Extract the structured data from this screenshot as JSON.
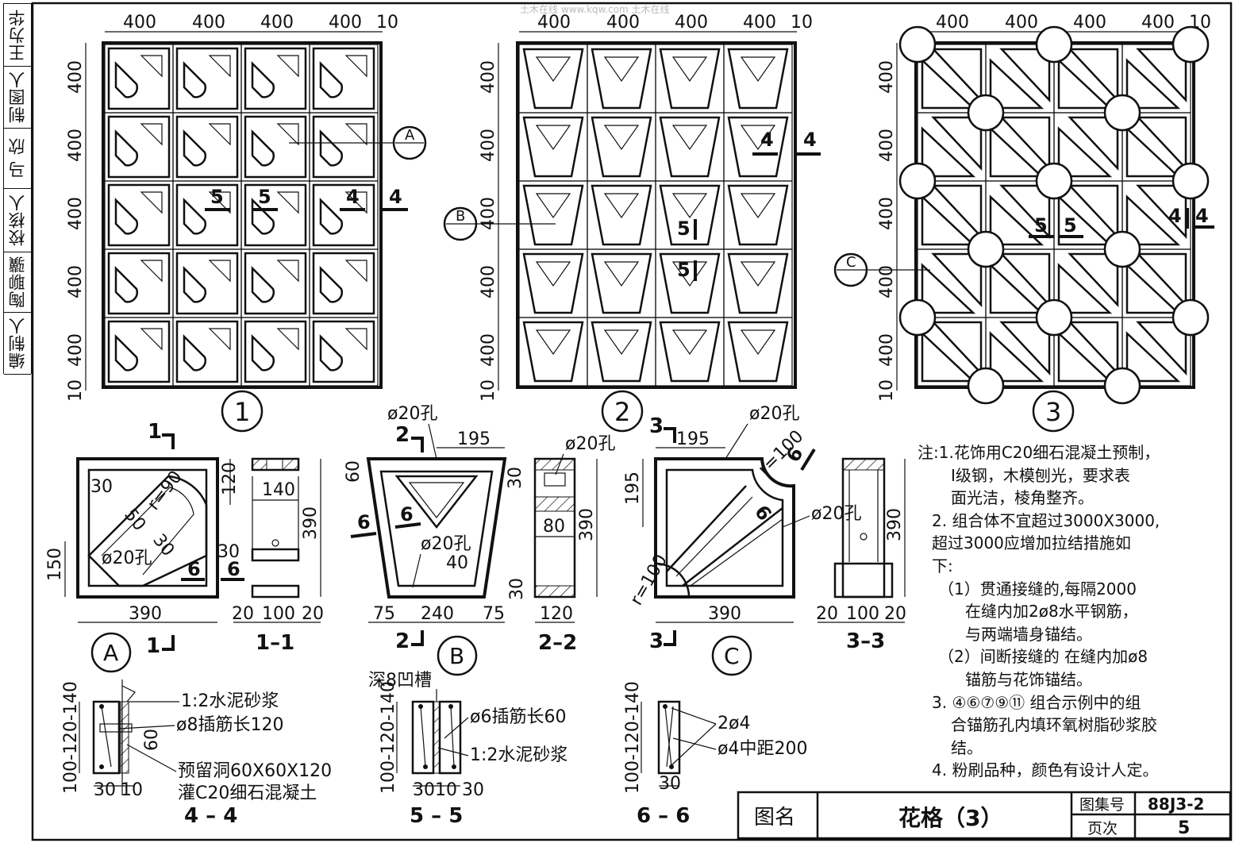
{
  "watermark": "土木在线 www.kqw.com 土木在线",
  "side_strip": [
    "王为华",
    "制图人",
    "马 欣",
    "校核人",
    "陶聊骥",
    "编制人"
  ],
  "top_panels": {
    "dims_x": [
      "400",
      "400",
      "400",
      "400",
      "10"
    ],
    "dims_y": [
      "400",
      "400",
      "400",
      "400",
      "400",
      "10"
    ],
    "labels": [
      "1",
      "2",
      "3"
    ],
    "panel1_marks": {
      "a": "5",
      "b": "5",
      "c": "4",
      "d": "4",
      "callout": "A"
    },
    "panel2_marks": {
      "a": "4",
      "b": "4",
      "c": "5",
      "d": "5",
      "callout": "B"
    },
    "panel3_marks": {
      "a": "5",
      "b": "5",
      "c": "4",
      "d": "4",
      "callout": "C"
    }
  },
  "detail_A": {
    "cut_top": "1",
    "cut_bot": "1",
    "d30": "30",
    "d50": "50",
    "r90": "r=90",
    "d30b": "30",
    "hole": "ø20孔",
    "d150": "150",
    "d390": "390",
    "d120": "120",
    "d30c": "30",
    "s6a": "6",
    "s6b": "6",
    "label": "A"
  },
  "section_11": {
    "d140": "140",
    "d390": "390",
    "d20a": "20",
    "d100": "100",
    "d20b": "20",
    "label": "1–1"
  },
  "detail_B": {
    "hole_top": "ø20孔",
    "cut_top": "2",
    "d195": "195",
    "d60": "60",
    "d30": "30",
    "s6a": "6",
    "s6b": "6",
    "hole_mid": "ø20孔",
    "d40": "40",
    "d30b": "30",
    "d75a": "75",
    "d240": "240",
    "d75b": "75",
    "cut_bot": "2",
    "label": "B"
  },
  "section_22": {
    "hole": "ø20孔",
    "d80": "80",
    "d390": "390",
    "d120": "120",
    "label": "2–2"
  },
  "detail_C": {
    "cut_top": "3",
    "d195": "195",
    "hole_top": "ø20孔",
    "r100": "r=100",
    "s6a": "6",
    "s6b": "6",
    "d195v": "195",
    "hole_side": "ø20孔",
    "r100b": "r=100",
    "d390": "390",
    "cut_bot": "3",
    "label": "C"
  },
  "section_33": {
    "d390": "390",
    "d20a": "20",
    "d100": "100",
    "d20b": "20",
    "label": "3–3"
  },
  "section_44": {
    "dim": "100-120-140",
    "mortar": "1:2水泥砂浆",
    "bar": "ø8插筋长120",
    "d60": "60",
    "hole1": "预留洞60X60X120",
    "hole2": "灌C20细石混凝土",
    "d30": "30",
    "d10": "10",
    "label": "4 – 4"
  },
  "section_55": {
    "groove": "深8凹槽",
    "dim": "100-120-140",
    "bar": "ø6插筋长60",
    "mortar": "1:2水泥砂浆",
    "d30a": "30",
    "d10": "10",
    "d30b": "30",
    "label": "5 – 5"
  },
  "section_66": {
    "dim": "100-120-140",
    "bar1": "2ø4",
    "bar2": "ø4中距200",
    "d30": "30",
    "label": "6 – 6"
  },
  "notes": [
    "注:1.花饰用C20细石混凝土预制，",
    "  Ⅰ级钢，木模刨光，要求表",
    "  面光洁，棱角整齐。",
    "  2. 组合体不宜超过3000X3000,",
    "  超过3000应增加拉结措施如",
    "  下:",
    "  （1）贯通接缝的,每隔2000",
    "     在缝内加2ø8水平钢筋，",
    "     与两端墙身锚结。",
    "  （2）间断接缝的 在缝内加ø8",
    "     锚筋与花饰锚结。",
    "  3. ④⑥⑦⑨⑪ 组合示例中的组",
    "  合锚筋孔内填环氧树脂砂浆胶",
    "  结。",
    "  4. 粉刷品种，颜色有设计人定。"
  ],
  "title_block": {
    "name_label": "图名",
    "title": "花格（3）",
    "atlas_label": "图集号",
    "atlas_value": "88J3-2",
    "page_label": "页次",
    "page_value": "5"
  }
}
